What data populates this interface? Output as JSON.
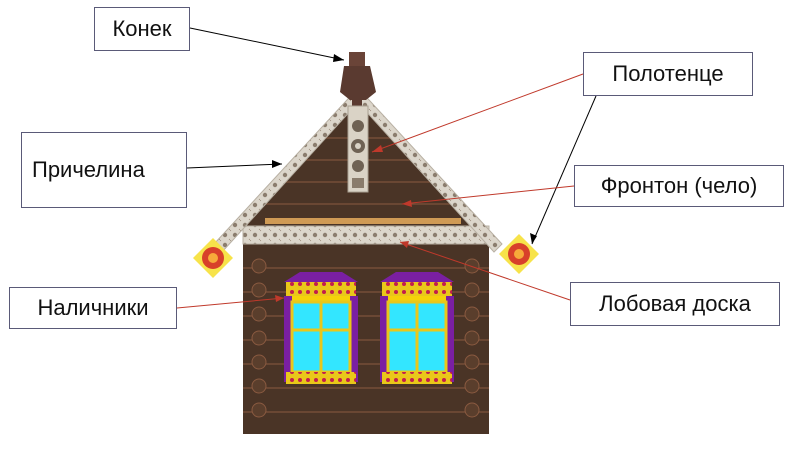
{
  "labels": {
    "konek": "Конек",
    "polotence": "Полотенце",
    "prichelina": "Причелина",
    "fronton": "Фронтон  (чело)",
    "nalichniki": "Наличники",
    "lobovaya": "Лобовая доска"
  },
  "colors": {
    "wall": "#4a3426",
    "log_line": "#8a5a40",
    "trim": "#d9d4c8",
    "ornament": "#7a6a5a",
    "window_glass": "#33e6ff",
    "frame_purple": "#7a1fa2",
    "frame_yellow": "#f5d10a",
    "rosette_yellow": "#f7e34a",
    "rosette_red": "#d8402a",
    "leader_red": "#c0392b",
    "leader_black": "#000000"
  },
  "icons": [
    "house-illustration",
    "window-frame-ornament",
    "rosette-ornament",
    "roof-ridge-post"
  ]
}
